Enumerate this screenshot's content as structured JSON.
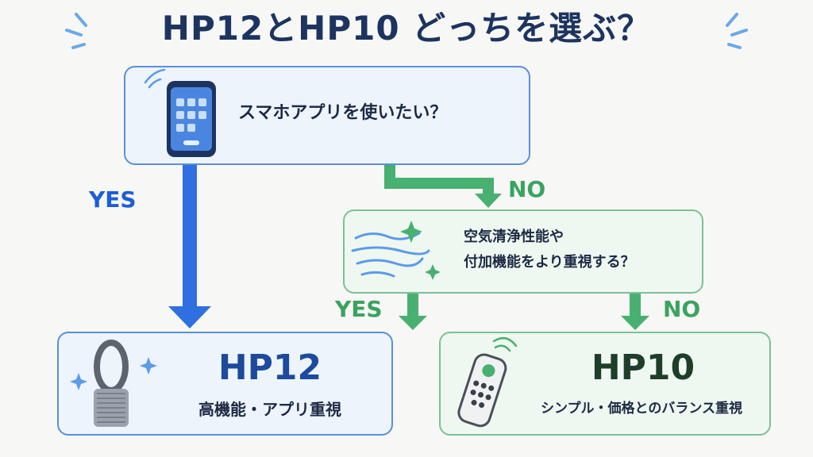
{
  "title": "HP12とHP10 どっちを選ぶ？",
  "question1": {
    "text": "スマホアプリを使いたい？"
  },
  "question2": {
    "line1": "空気清浄性能や",
    "line2": "付加機能をより重視する？"
  },
  "labels": {
    "yes1": "YES",
    "no1": "NO",
    "yes2": "YES",
    "no2": "NO"
  },
  "result1": {
    "title": "HP12",
    "subtitle": "高機能・アプリ重視"
  },
  "result2": {
    "title": "HP10",
    "subtitle": "シンプル・価格とのバランス重視"
  },
  "icons": [
    "smartphone-icon",
    "wind-icon",
    "air-purifier-icon",
    "remote-control-icon",
    "sparkle-icon"
  ],
  "colors": {
    "blue": "#2f6fe0",
    "green": "#48b070",
    "navy": "#1d3461"
  }
}
